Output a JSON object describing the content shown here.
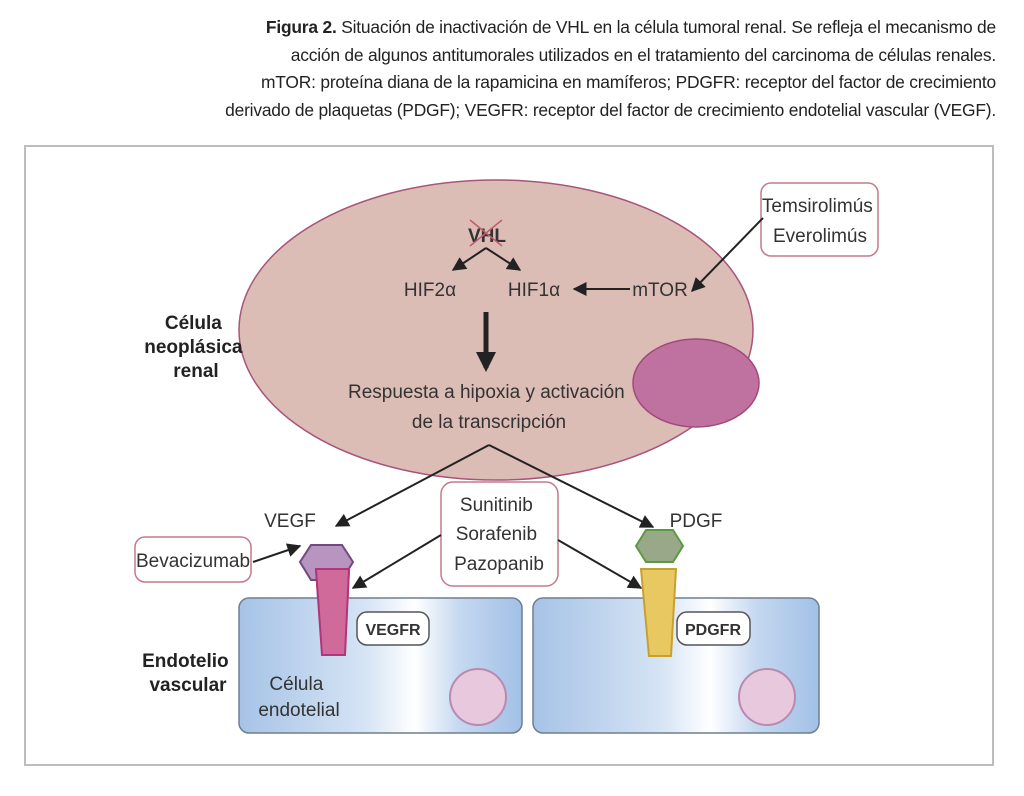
{
  "caption": {
    "figure_label": "Figura 2.",
    "lines": [
      " Situación de inactivación de VHL en la célula tumoral renal. Se refleja el mecanismo de",
      "acción de algunos antitumorales utilizados en el tratamiento del carcinoma de células renales.",
      "mTOR: proteína diana de la rapamicina en mamíferos; PDGFR: receptor del factor de crecimiento",
      "derivado de plaquetas (PDGF); VEGFR: receptor del factor de crecimiento endotelial vascular (VEGF)."
    ]
  },
  "diagram": {
    "neoplastic_cell": {
      "label_lines": [
        "Célula",
        "neoplásica",
        "renal"
      ],
      "vhl": "VHL",
      "vhl_status": "inactivated",
      "hif2": "HIF2α",
      "hif1": "HIF1α",
      "mtor": "mTOR",
      "response_lines": [
        "Respuesta a hipoxia y activación",
        "de la transcripción"
      ]
    },
    "drugs": {
      "mtor_inhibitors": [
        "Temsirolimús",
        "Everolimús"
      ],
      "vegf_inhibitor": "Bevacizumab",
      "tki": [
        "Sunitinib",
        "Sorafenib",
        "Pazopanib"
      ]
    },
    "ligands": {
      "vegf": "VEGF",
      "pdgf": "PDGF"
    },
    "receptors": {
      "vegfr": "VEGFR",
      "pdgfr": "PDGFR"
    },
    "endothelium": {
      "label_lines": [
        "Endotelio",
        "vascular"
      ],
      "cell_label_lines": [
        "Célula",
        "endotelial"
      ]
    },
    "colors": {
      "cell_fill": "#dcbdb6",
      "cell_stroke": "#a8557a",
      "nucleus_fill": "#bf72a0",
      "vegf_fill": "#b894c0",
      "vegfr_fill": "#cf6a9a",
      "pdgf_fill": "#9aa88a",
      "pdgfr_fill": "#e8c860",
      "endothelial_blue": "#a6c3e6",
      "endo_nucleus_fill": "#e8c8dc",
      "drug_box_stroke": "#c47a8a"
    }
  }
}
